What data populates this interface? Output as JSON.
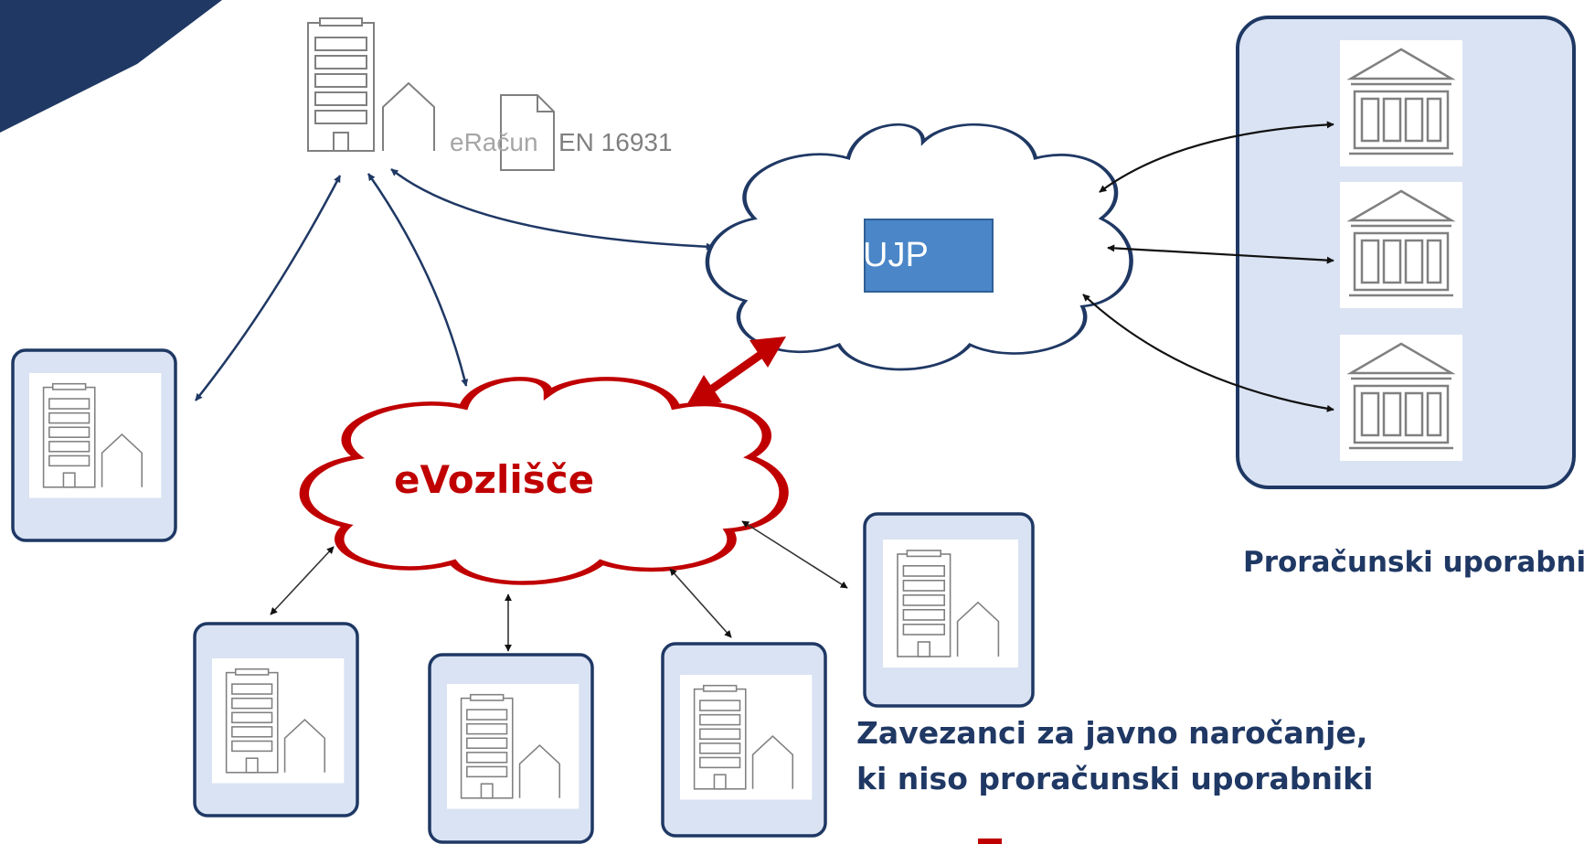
{
  "nodes": {
    "ujp": {
      "label": "UJP"
    },
    "evozlisce": {
      "label": "eVozlišče"
    },
    "document": {
      "title": "eRačun",
      "standard": "EN 16931"
    }
  },
  "groups": {
    "budget_users": {
      "label": "Proračunski uporabniki"
    },
    "public_procurement": {
      "line1": "Zavezanci za javno naročanje,",
      "line2": "ki niso proračunski uporabniki"
    }
  },
  "colors": {
    "navy": "#1f3864",
    "box_fill": "#dae3f3",
    "ujp_fill": "#4a86c8",
    "evozlisce_red": "#c00000",
    "icon_gray": "#808080"
  }
}
